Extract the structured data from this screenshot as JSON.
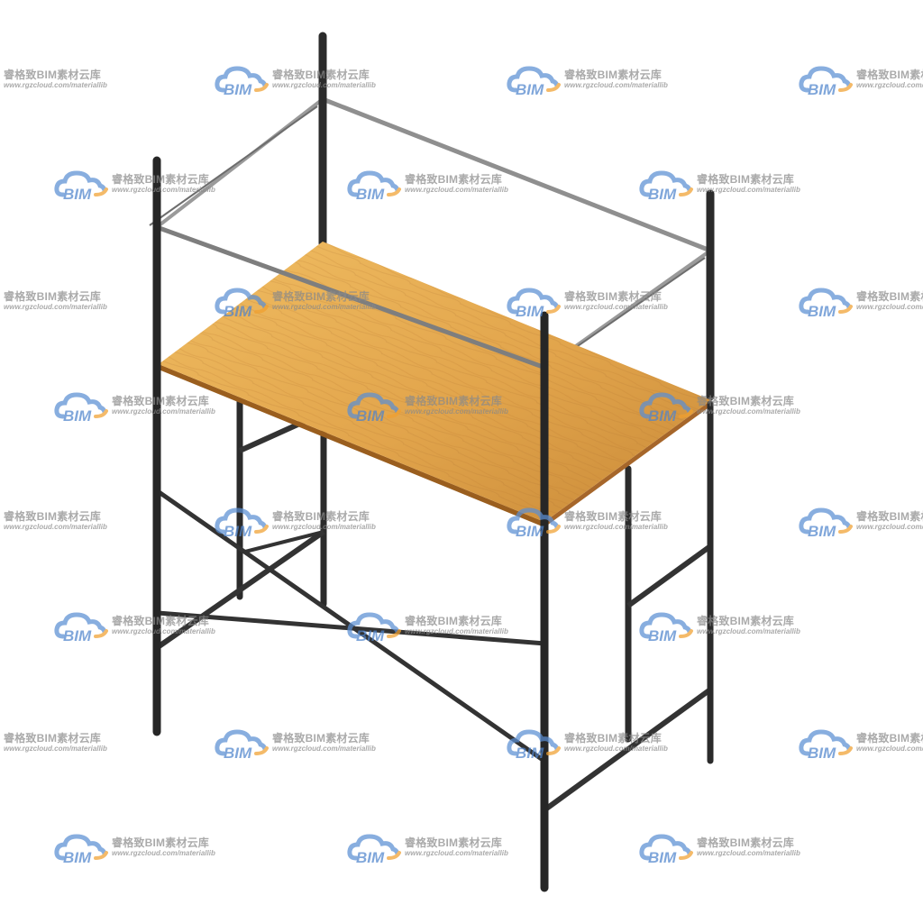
{
  "scene": {
    "subject": "scaffold",
    "platform_material": "wood-plank",
    "colors": {
      "background": "#ffffff",
      "frame_tube": "#2b2b2b",
      "guard_rail": "#8f8f8f",
      "plank_light": "#e6ad52",
      "plank_dark": "#b8742a",
      "plank_edge": "#9a5e1e"
    }
  },
  "watermark": {
    "logo_text": "BIM",
    "name": "睿格致BIM素材云库",
    "url": "www.rgzcloud.com/materiallib",
    "colors": {
      "cloud": "#5b8fd4",
      "accent": "#f0a030",
      "text": "#8a8a8a"
    }
  }
}
